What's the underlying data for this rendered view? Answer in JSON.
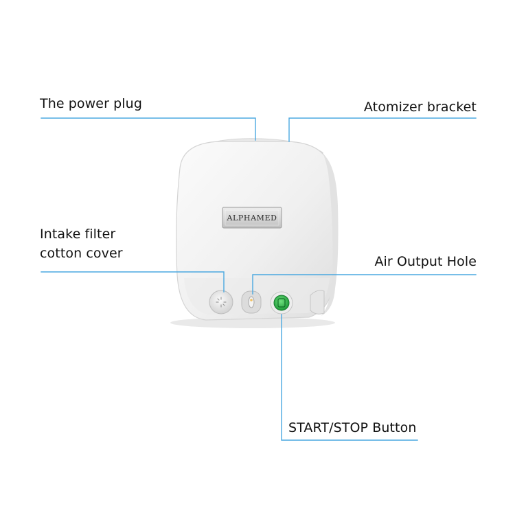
{
  "labels": {
    "power_plug": "The power plug",
    "atomizer_bracket": "Atomizer bracket",
    "intake_filter_line1": "Intake filter",
    "intake_filter_line2": "cotton cover",
    "air_output_hole": "Air Output Hole",
    "start_stop_button": "START/STOP Button"
  },
  "device": {
    "brand": "ALPHAMED"
  },
  "colors": {
    "callout_line": "#4aa8e0",
    "device_body": "#f1f1f1",
    "button_green": "#2fb34a"
  }
}
